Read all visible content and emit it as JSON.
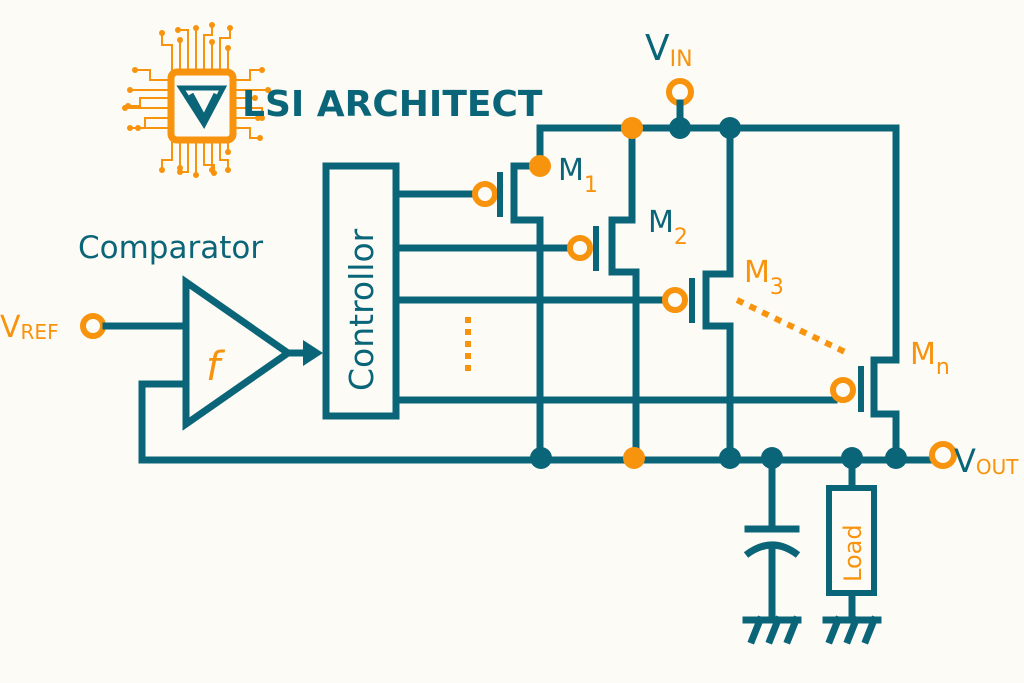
{
  "logo": {
    "brand_text": "LSI ARCHITECT",
    "mark": "V"
  },
  "labels": {
    "comparator": "Comparator",
    "controller": "Controllor",
    "comparator_symbol": "f",
    "vref_main": "V",
    "vref_sub": "REF",
    "vin_main": "V",
    "vin_sub": "IN",
    "vout_main": "V",
    "vout_sub": "OUT",
    "load": "Load",
    "m1_main": "M",
    "m1_sub": "1",
    "m2_main": "M",
    "m2_sub": "2",
    "m3_main": "M",
    "m3_sub": "3",
    "mn_main": "M",
    "mn_sub": "n"
  },
  "colors": {
    "primary": "#0b6578",
    "accent": "#f7930d",
    "background": "#fdfbf6"
  }
}
